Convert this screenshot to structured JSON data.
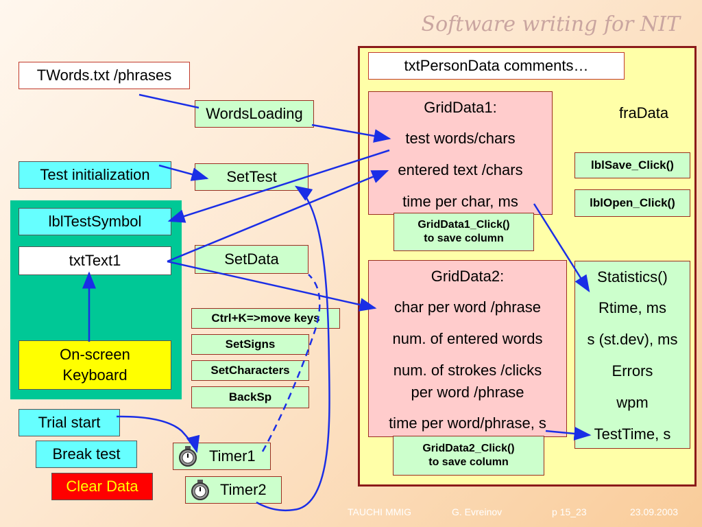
{
  "title": "Software writing for NIT",
  "nodes": {
    "twords": "TWords.txt  /phrases",
    "words_loading": "WordsLoading",
    "test_init": "Test initialization",
    "settest": "SetTest",
    "lbltestsymbol": "lblTestSymbol",
    "txttext1": "txtText1",
    "setdata": "SetData",
    "ctrlk": "Ctrl+K=>move keys",
    "setsigns": "SetSigns",
    "setcharacters": "SetCharacters",
    "backsp": "BackSp",
    "keyboard_line1": "On-screen",
    "keyboard_line2": "Keyboard",
    "trial_start": "Trial start",
    "break_test": "Break test",
    "clear_data": "Clear Data",
    "timer1": "Timer1",
    "timer2": "Timer2",
    "txtpersondata": "txtPersonData comments…",
    "fradata": "fraData",
    "lblsave": "lblSave_Click()",
    "lblopen": "lblOpen_Click()",
    "griddata1_click_line1": "GridData1_Click()",
    "griddata1_click_line2": "to save column",
    "griddata2_click_line1": "GridData2_Click()",
    "griddata2_click_line2": "to save column"
  },
  "griddata1": [
    "GridData1:",
    "test words/chars",
    "entered text /chars",
    "time per char, ms"
  ],
  "griddata2": [
    "GridData2:",
    "char per word /phrase",
    "num. of entered words",
    "num. of strokes /clicks",
    "per word /phrase",
    "time per word/phrase, s"
  ],
  "statistics": [
    "Statistics()",
    "Rtime, ms",
    "s (st.dev), ms",
    "Errors",
    "wpm",
    "TestTime, s"
  ],
  "footer": {
    "org": "TAUCHI MMIG",
    "author": "G. Evreinov",
    "page": "p 15_23",
    "date": "23.09.2003"
  },
  "colors": {
    "arrow": "#1a2ee6",
    "frame": "#8b1a1a",
    "frame_fill": "#ffffa8",
    "teal": "#00c896",
    "cyan": "#66ffff",
    "pink": "#ffcccc",
    "green": "#ccffcc",
    "yellow": "#ffff00",
    "red": "#ff0000"
  }
}
